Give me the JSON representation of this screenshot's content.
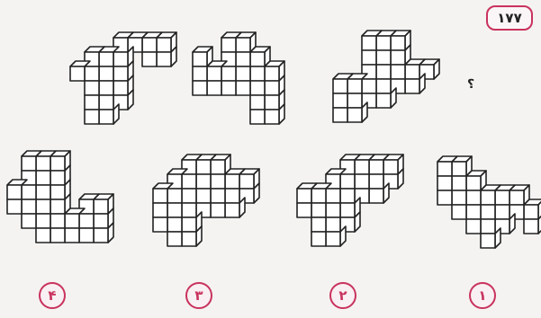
{
  "question_number": "۱۷۷",
  "question_mark": "؟",
  "options": [
    {
      "label": "۴"
    },
    {
      "label": "۳"
    },
    {
      "label": "۲"
    },
    {
      "label": "۱"
    }
  ],
  "colors": {
    "accent": "#c9325e",
    "line": "#222222",
    "cube": "#ffffff"
  }
}
